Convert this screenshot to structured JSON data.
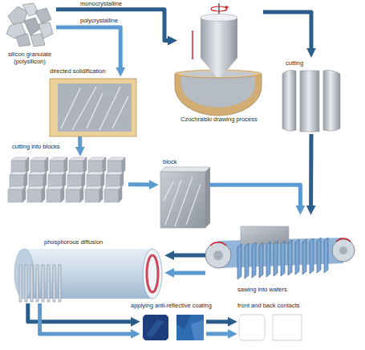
{
  "diagram": {
    "nodes": [
      {
        "text": [
          "silicon granulate (polysilicon)"
        ]
      },
      {
        "text": [
          "Czochralski drawing process"
        ]
      },
      {
        "text": [
          "cutting"
        ]
      },
      {
        "text": [
          "directed solidification"
        ]
      },
      {
        "text": [
          "cutting into blocks"
        ]
      },
      {
        "text": [
          "block"
        ]
      },
      {
        "text": [
          "phosphorous diffusion"
        ]
      },
      {
        "text": [
          "sawing into wafers"
        ]
      },
      {
        "text": [
          "applying anti-reflective coating"
        ]
      },
      {
        "text": [
          "front and back contacts"
        ]
      }
    ],
    "edges": [
      {
        "from": 0,
        "to": 1,
        "label": "monocrystalline",
        "arrow": "to"
      },
      {
        "from": 0,
        "to": 3,
        "label": "polycrystalline",
        "arrow": "to"
      },
      {
        "from": 1,
        "to": 2,
        "arrow": "to"
      },
      {
        "from": 3,
        "to": 4,
        "arrow": "to"
      },
      {
        "from": 4,
        "to": 5,
        "arrow": "to"
      },
      {
        "from": 5,
        "to": 7,
        "arrow": "to"
      },
      {
        "from": 2,
        "to": 7,
        "arrow": "to"
      },
      {
        "from": 7,
        "to": 6,
        "arrow": "to"
      },
      {
        "from": 7,
        "to": 6,
        "arrow": "to"
      },
      {
        "from": 6,
        "to": 8,
        "arrow": "to"
      },
      {
        "from": 6,
        "to": 8,
        "arrow": "to"
      },
      {
        "from": 8,
        "to": 9,
        "arrow": "to"
      },
      {
        "from": 8,
        "to": 9,
        "arrow": "to"
      }
    ]
  }
}
